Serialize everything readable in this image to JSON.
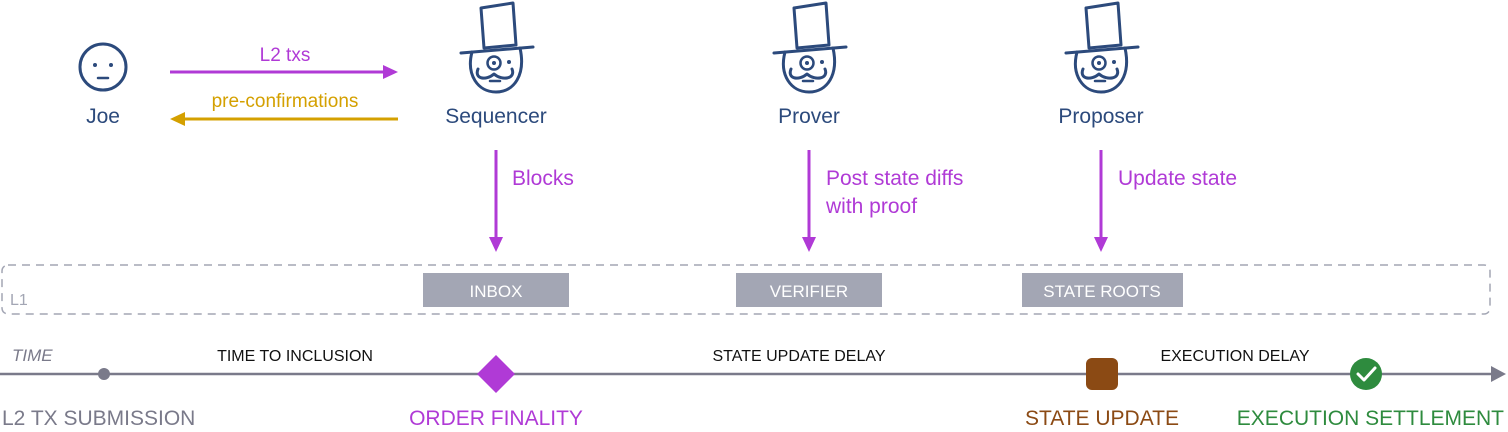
{
  "actors": {
    "joe": "Joe",
    "sequencer": "Sequencer",
    "prover": "Prover",
    "proposer": "Proposer"
  },
  "arrows": {
    "l2_txs": "L2 txs",
    "pre_confirmations": "pre-confirmations",
    "blocks": "Blocks",
    "post_state_diffs_line1": "Post state diffs",
    "post_state_diffs_line2": "with proof",
    "update_state": "Update state"
  },
  "l1": {
    "label": "L1",
    "boxes": {
      "inbox": "INBOX",
      "verifier": "VERIFIER",
      "state_roots": "STATE ROOTS"
    }
  },
  "timeline": {
    "label": "TIME",
    "segments": {
      "time_to_inclusion": "TIME TO INCLUSION",
      "state_update_delay": "STATE UPDATE DELAY",
      "execution_delay": "EXECUTION DELAY"
    },
    "milestones": {
      "submission": "L2 TX SUBMISSION",
      "order_finality": "ORDER FINALITY",
      "state_update": "STATE UPDATE",
      "execution_settlement": "EXECUTION SETTLEMENT"
    }
  },
  "icons": {
    "joe": "neutral-face-icon",
    "operator": "top-hat-monocle-mustache-icon",
    "checkmark": "checkmark-icon"
  },
  "colors": {
    "actor": "#2c4a7c",
    "l2_txs": "#b03ad6",
    "pre_confirmations": "#d4a000",
    "l1_box": "#a3a6b4",
    "timeline": "#7a7a8a",
    "order_finality": "#b03ad6",
    "state_update": "#8b4a14",
    "execution_settlement": "#2e8b3e"
  }
}
